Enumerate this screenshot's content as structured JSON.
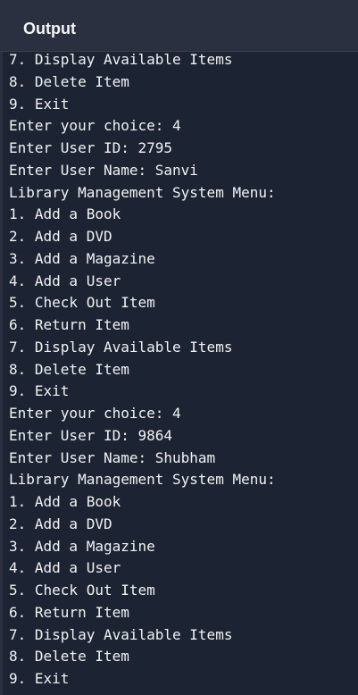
{
  "header": {
    "title": "Output"
  },
  "console": {
    "lines": [
      "7. Display Available Items",
      "8. Delete Item",
      "9. Exit",
      "Enter your choice: 4",
      "Enter User ID: 2795",
      "Enter User Name: Sanvi",
      "Library Management System Menu:",
      "1. Add a Book",
      "2. Add a DVD",
      "3. Add a Magazine",
      "4. Add a User",
      "5. Check Out Item",
      "6. Return Item",
      "7. Display Available Items",
      "8. Delete Item",
      "9. Exit",
      "Enter your choice: 4",
      "Enter User ID: 9864",
      "Enter User Name: Shubham",
      "Library Management System Menu:",
      "1. Add a Book",
      "2. Add a DVD",
      "3. Add a Magazine",
      "4. Add a User",
      "5. Check Out Item",
      "6. Return Item",
      "7. Display Available Items",
      "8. Delete Item",
      "9. Exit"
    ]
  }
}
